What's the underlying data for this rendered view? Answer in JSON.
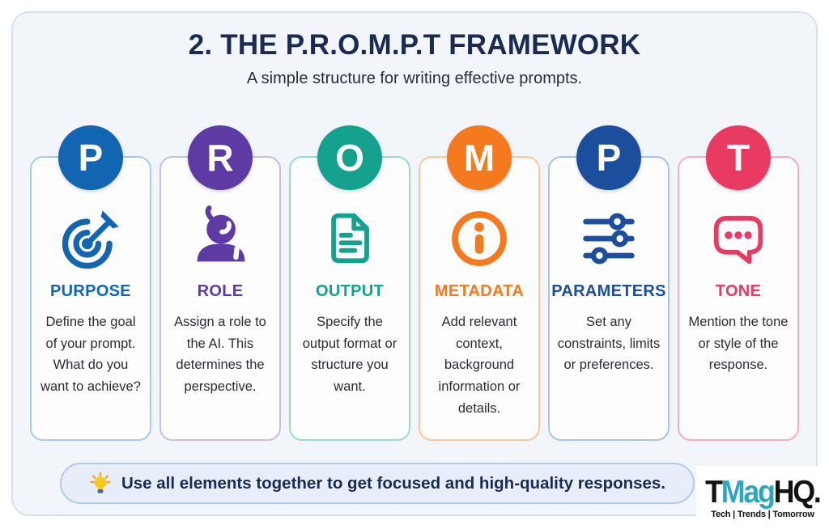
{
  "header": {
    "title": "2. THE P.R.O.M.P.T FRAMEWORK",
    "subtitle": "A simple structure for writing effective prompts."
  },
  "cards": [
    {
      "letter": "P",
      "title": "PURPOSE",
      "description": "Define the goal of your prompt. What do you want to achieve?",
      "icon": "target-icon",
      "accent": "#1266b1",
      "border": "#a8cbea"
    },
    {
      "letter": "R",
      "title": "ROLE",
      "description": "Assign a role to the AI. This determines the perspective.",
      "icon": "person-role-icon",
      "accent": "#5e3aa4",
      "border": "#cdbbe8"
    },
    {
      "letter": "O",
      "title": "OUTPUT",
      "description": "Specify the output format or structure you want.",
      "icon": "document-icon",
      "accent": "#14a28e",
      "border": "#9bd9cd"
    },
    {
      "letter": "M",
      "title": "METADATA",
      "description": "Add relevant context, background information or details.",
      "icon": "info-icon",
      "accent": "#f5791d",
      "border": "#f8c79c"
    },
    {
      "letter": "P",
      "title": "PARAMETERS",
      "description": "Set any constraints, limits or preferences.",
      "icon": "sliders-icon",
      "accent": "#1b4f9e",
      "border": "#a9c6e8"
    },
    {
      "letter": "T",
      "title": "TONE",
      "description": "Mention the tone or style of the response.",
      "icon": "chat-bubble-icon",
      "accent": "#e93a62",
      "border": "#f5aec2"
    }
  ],
  "footer": {
    "note": "Use all elements together to get focused and high-quality responses.",
    "icon": "lightbulb-icon"
  },
  "logo": {
    "part1": "T",
    "part2": "Mag",
    "part3": "HQ.",
    "tagline": "Tech | Trends | Tomorrow",
    "accent": "#2da7bb"
  }
}
